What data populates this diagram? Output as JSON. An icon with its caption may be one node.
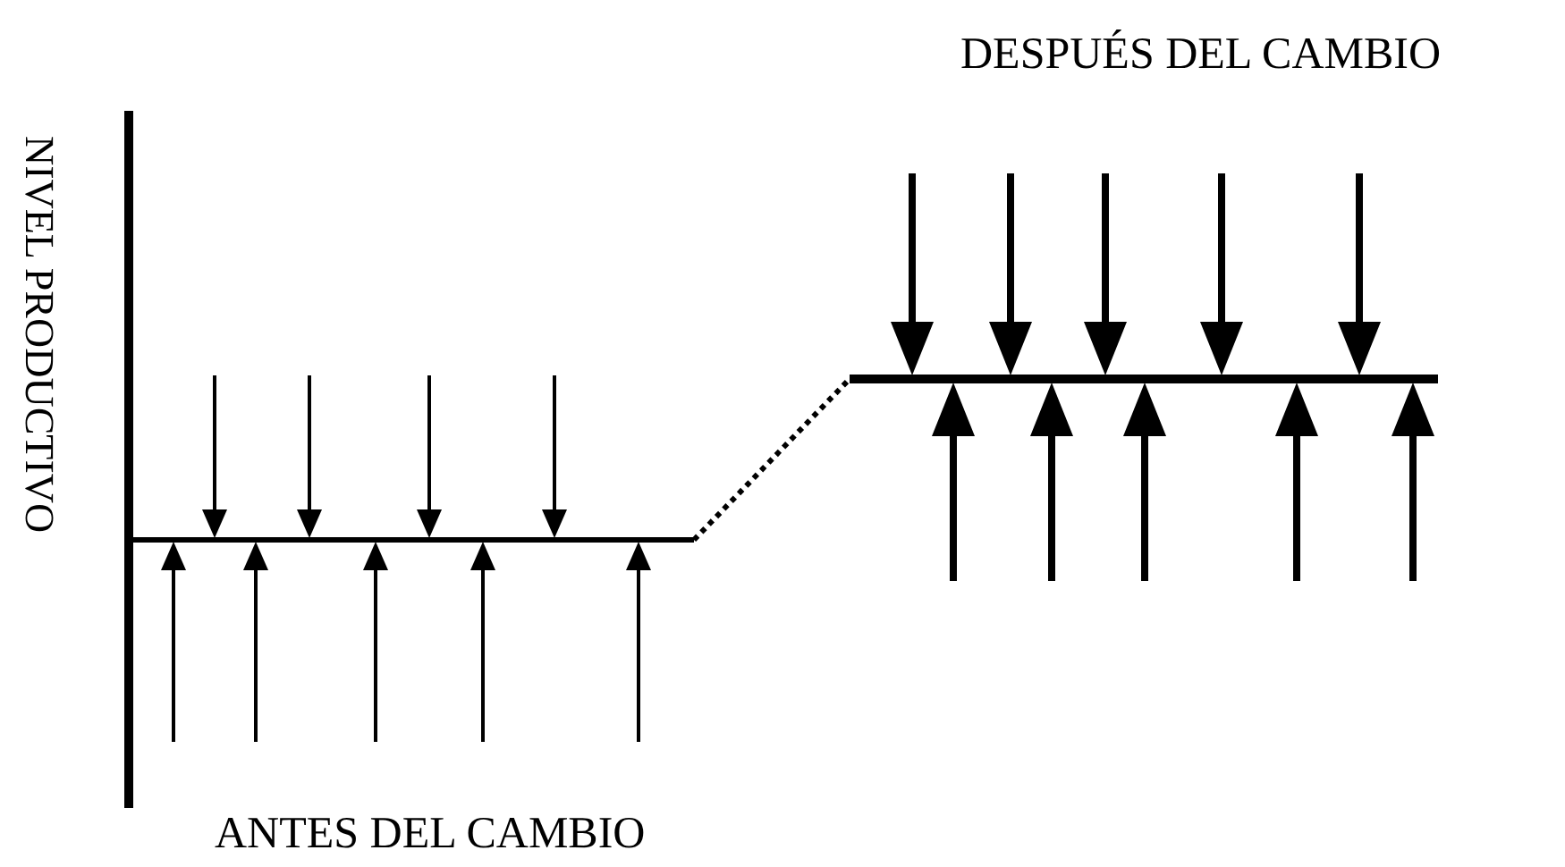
{
  "diagram": {
    "labels": [
      "DESPUÉS DEL CAMBIO",
      "NIVEL PRODUCTIVO",
      "ANTES DEL CAMBIO"
    ]
  }
}
